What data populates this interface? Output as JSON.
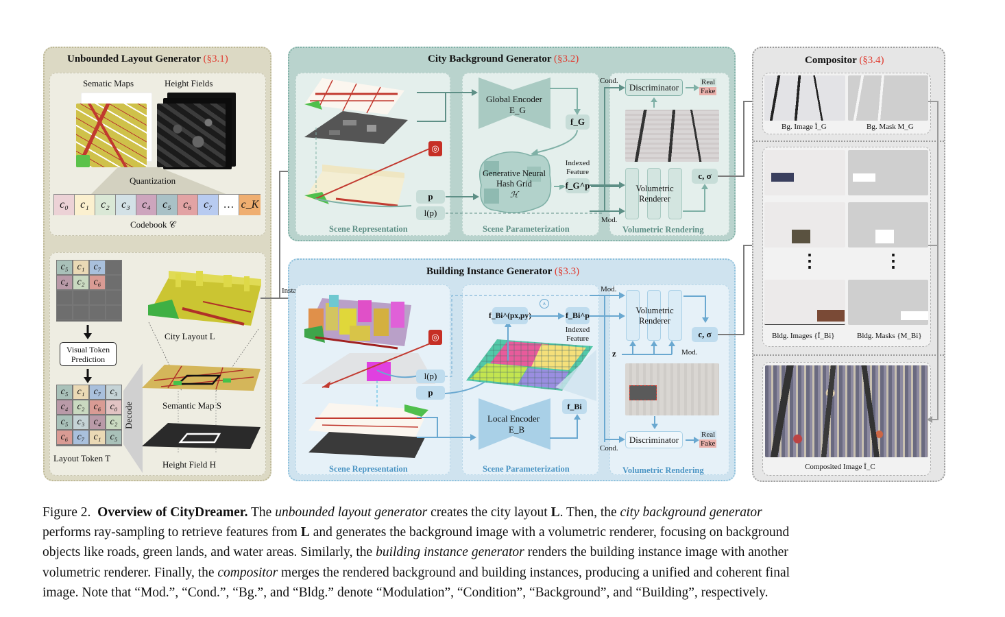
{
  "figure": {
    "number": "Figure 2.",
    "title": "Overview of CityDreamer.",
    "caption_lines": [
      [
        "The ",
        "unbounded layout generator",
        " creates the city layout ",
        "L",
        ". Then, the ",
        "city background generator"
      ],
      [
        "performs ray-sampling to retrieve features from ",
        "L",
        " and generates the background image with a volumetric renderer, focusing on background"
      ],
      [
        "objects like roads, green lands, and water areas. Similarly, the ",
        "building instance generator",
        " renders the building instance image with another"
      ],
      [
        "volumetric renderer. Finally, the ",
        "compositor",
        " merges the rendered background and building instances, producing a unified and coherent final"
      ],
      [
        "image. Note that “Mod.”, “Cond.”, “Bg.”, and “Bldg.” denote “Modulation”, “Condition”, “Background”, and “Building”, respectively."
      ]
    ]
  },
  "layout_generator": {
    "title": "Unbounded Layout Generator",
    "section": "(§3.1)",
    "semantic_maps_label": "Sematic Maps",
    "height_fields_label": "Height Fields",
    "quantization_label": "Quantization",
    "codebook_label": "Codebook 𝒞",
    "codebook": [
      {
        "label": "c₀",
        "color": "#ecd2d6"
      },
      {
        "label": "c₁",
        "color": "#fbf0cf"
      },
      {
        "label": "c₂",
        "color": "#dae8d6"
      },
      {
        "label": "c₃",
        "color": "#d3e1e6"
      },
      {
        "label": "c₄",
        "color": "#cda5bd"
      },
      {
        "label": "c₅",
        "color": "#a9c1c6"
      },
      {
        "label": "c₆",
        "color": "#e2a3a4"
      },
      {
        "label": "c₇",
        "color": "#b8cbf0"
      },
      {
        "label": "…",
        "color": "#ffffff"
      },
      {
        "label": "c_K",
        "color": "#efae70"
      }
    ],
    "partial_tokens": [
      [
        "c₅",
        "c₁",
        "c₇",
        ""
      ],
      [
        "c₄",
        "c₂",
        "c₆",
        ""
      ],
      [
        "",
        "",
        "",
        ""
      ],
      [
        "",
        "",
        "",
        ""
      ]
    ],
    "visual_token_prediction": "Visual Token Prediction",
    "layout_tokens": [
      [
        "c₅",
        "c₁",
        "c₇",
        "c₃"
      ],
      [
        "c₄",
        "c₂",
        "c₆",
        "c₀"
      ],
      [
        "c₅",
        "c₃",
        "c₄",
        "c₂"
      ],
      [
        "c₆",
        "c₇",
        "c₁",
        "c₅"
      ]
    ],
    "decode_label": "Decode",
    "layout_token_label": "Layout Token T",
    "city_layout_label": "City Layout L",
    "semantic_map_label": "Semantic Map S",
    "height_field_label": "Height Field H"
  },
  "background_generator": {
    "title": "City Background Generator",
    "section": "(§3.2)",
    "scene_representation": "Scene Representation",
    "scene_parameterization": "Scene Parameterization",
    "volumetric_rendering": "Volumetric Rendering",
    "global_encoder": "Global Encoder",
    "global_encoder_sym": "E_G",
    "f_g": "f_G",
    "hash_grid": "Generative Neural Hash Grid",
    "hash_grid_sym": "ℋ",
    "indexed_feature": "Indexed Feature",
    "f_g_p": "f_G^p",
    "p": "p",
    "l_p": "l(p)",
    "cond": "Cond.",
    "mod": "Mod.",
    "discriminator": "Discriminator",
    "real": "Real",
    "fake": "Fake",
    "volumetric_renderer": "Volumetric Renderer",
    "c_sigma": "c, σ"
  },
  "instance_generator": {
    "title": "Building Instance Generator",
    "section": "(§3.3)",
    "instantiation": "Instantiation",
    "scene_representation": "Scene Representation",
    "scene_parameterization": "Scene Parameterization",
    "volumetric_rendering": "Volumetric Rendering",
    "f_bi_pxpy": "f_Bi^(px,py)",
    "f_bi_p": "f_Bi^p",
    "indexed_feature": "Indexed Feature",
    "local_encoder": "Local Encoder",
    "local_encoder_sym": "E_B",
    "f_bi": "f_Bi",
    "l_p": "l(p)",
    "p": "p",
    "mod_top": "Mod.",
    "mod_z": "Mod.",
    "z": "z",
    "cond": "Cond.",
    "volumetric_renderer": "Volumetric Renderer",
    "c_sigma": "c, σ",
    "discriminator": "Discriminator",
    "real": "Real",
    "fake": "Fake"
  },
  "compositor": {
    "title": "Compositor",
    "section": "(§3.4)",
    "bg_image": "Bg. Image Î_G",
    "bg_mask": "Bg. Mask M_G",
    "bldg_images": "Bldg. Images {Î_Bi}",
    "bldg_masks": "Bldg. Masks {M_Bi}",
    "ellipsis": "⋮",
    "composited": "Composited Image Î_C"
  }
}
